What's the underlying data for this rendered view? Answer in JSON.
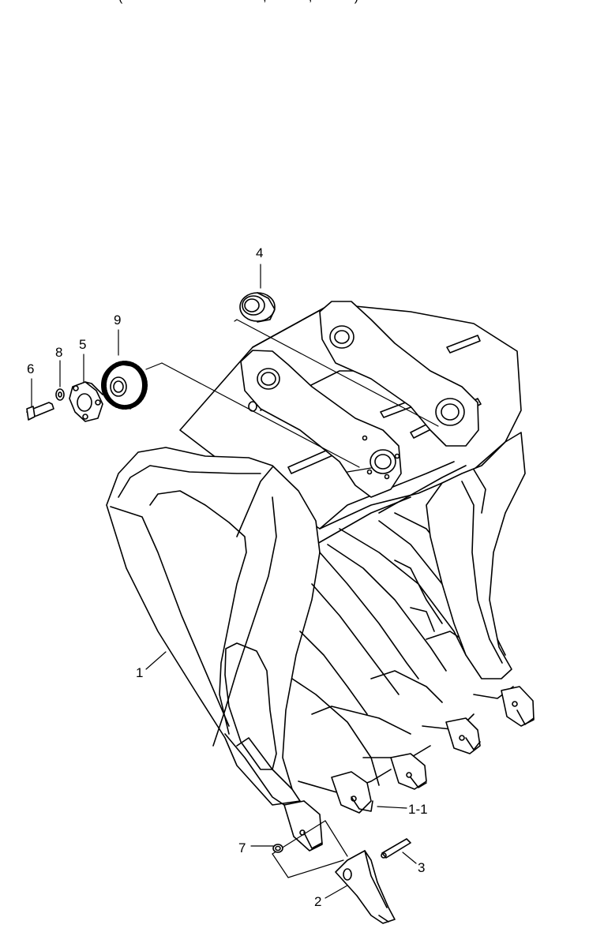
{
  "header_fragment": "(                                        ,            ,            )",
  "callouts": {
    "c1": "1",
    "c1_1": "1-1",
    "c2": "2",
    "c3": "3",
    "c4": "4",
    "c5": "5",
    "c6": "6",
    "c7": "7",
    "c8": "8",
    "c9": "9"
  }
}
